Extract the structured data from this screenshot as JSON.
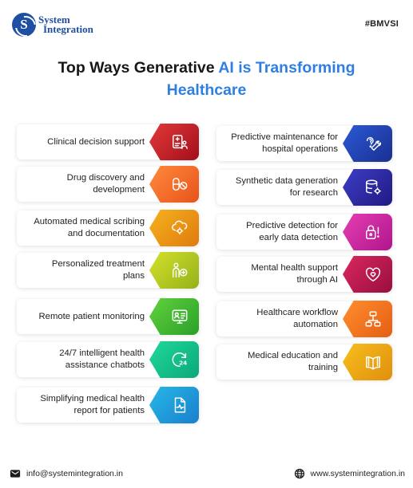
{
  "brand": {
    "logo_letter": "S",
    "line1": "System",
    "line2": "Integration"
  },
  "hashtag": "#BMVSI",
  "title": {
    "part1": "Top Ways Generative ",
    "accent": "AI is Transforming",
    "line2": "Healthcare"
  },
  "left_items": [
    {
      "label": "Clinical decision support",
      "icon": "clipboard-person-icon",
      "color": "#c0182a"
    },
    {
      "label": "Drug discovery and\ndevelopment",
      "icon": "pills-icon",
      "color": "#f2672a"
    },
    {
      "label": "Automated medical scribing\nand documentation",
      "icon": "cloud-gear-icon",
      "color": "#eb9a16"
    },
    {
      "label": "Personalized treatment\nplans",
      "icon": "person-plus-icon",
      "color": "#b5c922"
    },
    {
      "label": "Remote patient monitoring",
      "icon": "monitor-person-icon",
      "color": "#3fb832"
    },
    {
      "label": "24/7 intelligent health\nassistance chatbots",
      "icon": "clock-24-icon",
      "color": "#16c08b"
    },
    {
      "label": "Simplifying medical health\nreport for patients",
      "icon": "report-pulse-icon",
      "color": "#1f9bdb"
    }
  ],
  "right_items": [
    {
      "label": "Predictive maintenance for\nhospital operations",
      "icon": "wrench-question-icon",
      "color": "#2340b4"
    },
    {
      "label": "Synthetic data generation\nfor research",
      "icon": "database-gear-icon",
      "color": "#2a229e"
    },
    {
      "label": "Predictive detection for\nearly data detection",
      "icon": "lock-alert-icon",
      "color": "#cf2aa3"
    },
    {
      "label": "Mental health support\nthrough AI",
      "icon": "heart-brain-icon",
      "color": "#bb1a4f"
    },
    {
      "label": "Healthcare workflow\nautomation",
      "icon": "workflow-icon",
      "color": "#f07520"
    },
    {
      "label": "Medical education and\ntraining",
      "icon": "book-icon",
      "color": "#eca514"
    }
  ],
  "footer": {
    "email": "info@systemintegration.in",
    "website": "www.systemintegration.in"
  }
}
